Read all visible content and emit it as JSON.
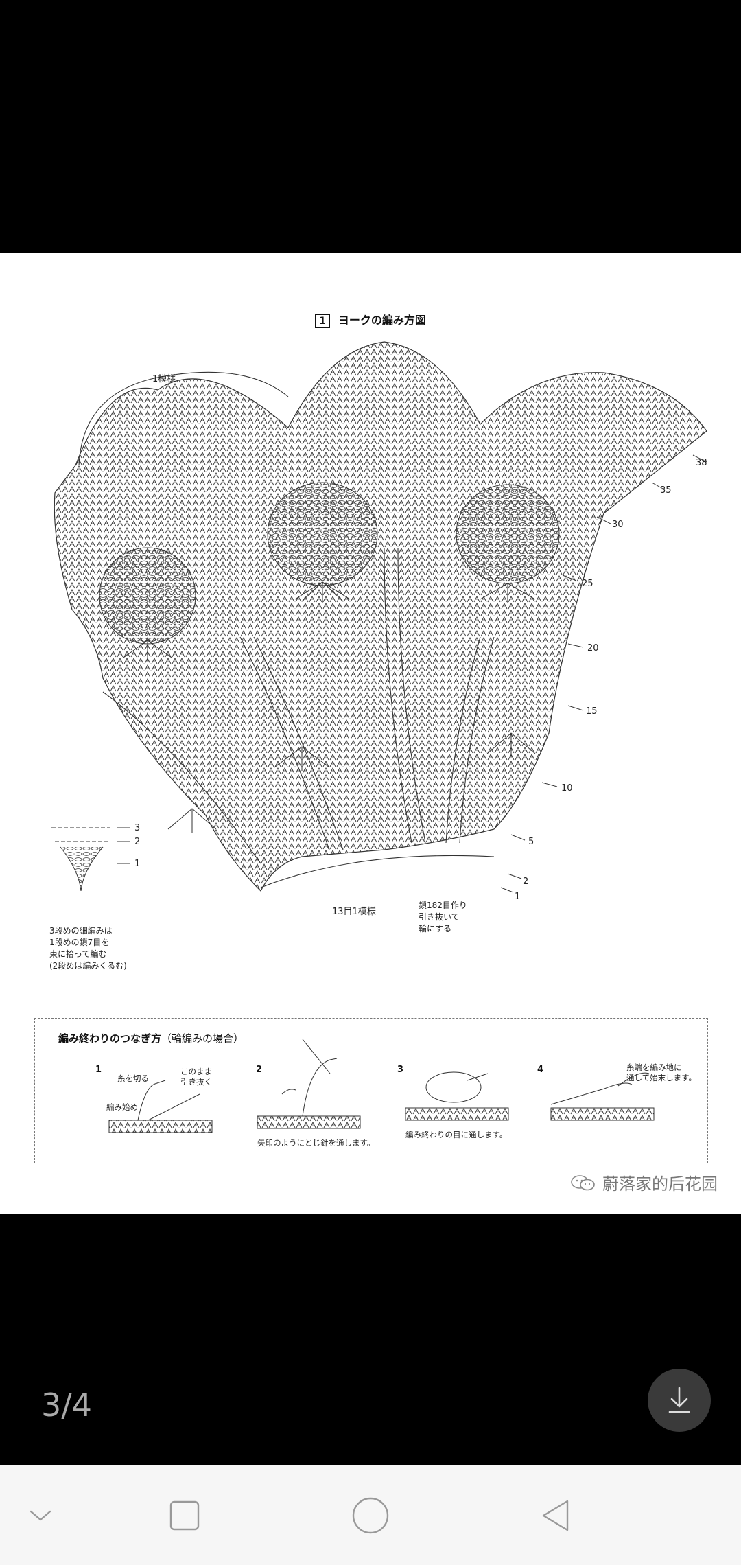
{
  "viewer": {
    "page_indicator": "3/4",
    "download_icon": "download-arrow-icon"
  },
  "figure": {
    "title_num": "1",
    "title": "ヨークの編み方図",
    "pattern_repeat": "1模様",
    "round_labels": [
      "38",
      "35",
      "30",
      "25",
      "20",
      "15",
      "10",
      "5",
      "2",
      "1"
    ],
    "small_legend": [
      "3",
      "2",
      "1"
    ],
    "bottom_repeat": "13目1模様",
    "chain_note": [
      "鎖182目作り",
      "引き抜いて",
      "輪にする"
    ],
    "stitch_note": [
      "3段めの細編みは",
      "1段めの鎖7目を",
      "束に拾って編む",
      "(2段めは編みくるむ)"
    ]
  },
  "finishing": {
    "title_bold": "編み終わりのつなぎ方",
    "title_rest": "（輪編みの場合）",
    "steps": [
      {
        "num": "1",
        "labels": [
          "糸を切る",
          "このまま",
          "引き抜く",
          "編み始め"
        ]
      },
      {
        "num": "2",
        "caption": "矢印のようにとじ針を通します。"
      },
      {
        "num": "3",
        "caption": "編み終わりの目に通します。"
      },
      {
        "num": "4",
        "caption_lines": [
          "糸端を編み地に",
          "通して始末します。"
        ]
      }
    ]
  },
  "watermark": {
    "icon": "wechat-icon",
    "text": "蔚落家的后花园"
  },
  "nav": {
    "back_icon": "chevron-down-icon",
    "recent_icon": "square-icon",
    "home_icon": "circle-icon",
    "return_icon": "triangle-back-icon"
  }
}
